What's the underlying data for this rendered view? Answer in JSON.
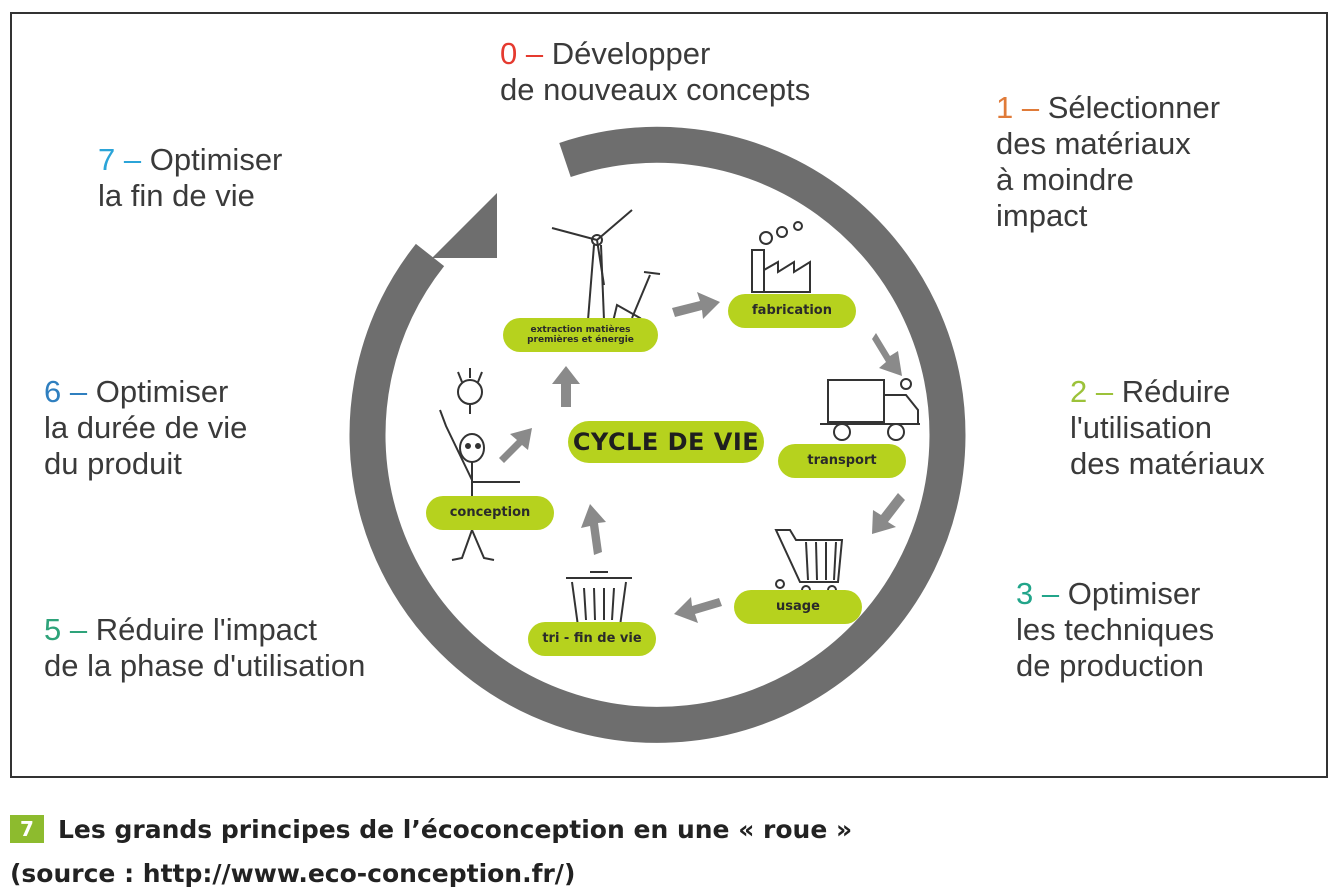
{
  "principles": [
    {
      "num": "0",
      "dash": "–",
      "lines": [
        "Développer",
        "de nouveaux concepts"
      ],
      "color": "#e53a2f"
    },
    {
      "num": "1",
      "dash": "–",
      "lines": [
        "Sélectionner",
        "des matériaux",
        "à moindre",
        "impact"
      ],
      "color": "#e07b39"
    },
    {
      "num": "2",
      "dash": "–",
      "lines": [
        "Réduire",
        "l'utilisation",
        "des matériaux"
      ],
      "color": "#9cc23a"
    },
    {
      "num": "3",
      "dash": "–",
      "lines": [
        "Optimiser",
        "les techniques",
        "de production"
      ],
      "color": "#22a58a"
    },
    {
      "num": "5",
      "dash": "–",
      "lines": [
        "Réduire l'impact",
        "de la phase d'utilisation"
      ],
      "color": "#2ea37a"
    },
    {
      "num": "6",
      "dash": "–",
      "lines": [
        "Optimiser",
        "la durée de vie",
        "du produit"
      ],
      "color": "#2f7fbf"
    },
    {
      "num": "7",
      "dash": "–",
      "lines": [
        "Optimiser",
        "la fin de vie"
      ],
      "color": "#2ba4d8"
    }
  ],
  "cycle": {
    "center_label": "CYCLE DE VIE",
    "stages": {
      "extraction": [
        "extraction matières",
        "premières et énergie"
      ],
      "fabrication": "fabrication",
      "transport": "transport",
      "usage": "usage",
      "fin_de_vie": "tri - fin de vie",
      "conception": "conception"
    },
    "colors": {
      "pill": "#b6d21e",
      "ring": "#6e6e6e",
      "arrow": "#8a8a8a"
    }
  },
  "caption": {
    "badge": "7",
    "line1": "Les grands principes de l’écoconception en une « roue »",
    "line2": "(source : http://www.eco-conception.fr/)"
  }
}
